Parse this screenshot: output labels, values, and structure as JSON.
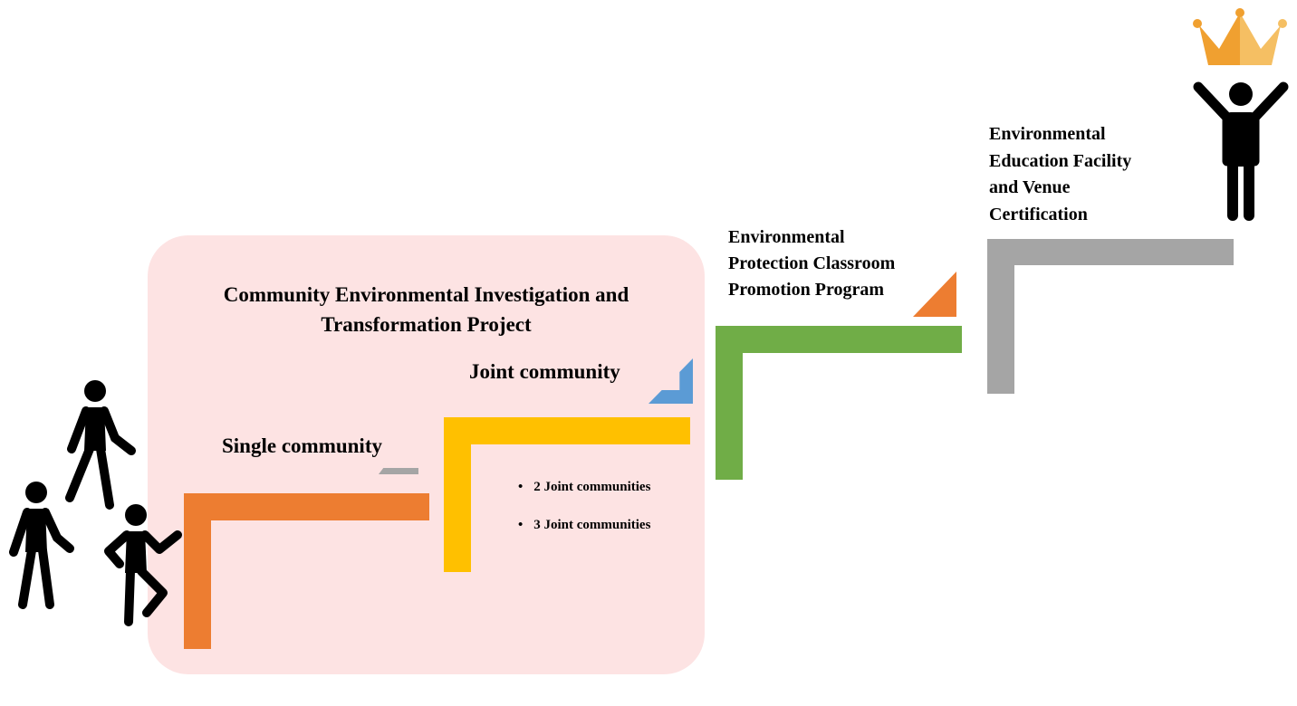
{
  "project": {
    "title_line1": "Community Environmental Investigation and",
    "title_line2": "Transformation Project"
  },
  "steps": [
    {
      "label": "Single community",
      "color": "#ed7d31"
    },
    {
      "label": "Joint community",
      "color": "#ffc000",
      "bullets": [
        "2 Joint communities",
        "3 Joint communities"
      ]
    },
    {
      "label_lines": [
        "Environmental",
        "Protection Classroom",
        "Promotion Program"
      ],
      "color": "#70ad47"
    },
    {
      "label_lines": [
        "Environmental",
        "Education Facility",
        "and Venue",
        "Certification"
      ],
      "color": "#a5a5a5"
    }
  ],
  "colors": {
    "panel": "#fde3e3",
    "blue": "#5b9bd5",
    "crown": "#f0a030"
  }
}
